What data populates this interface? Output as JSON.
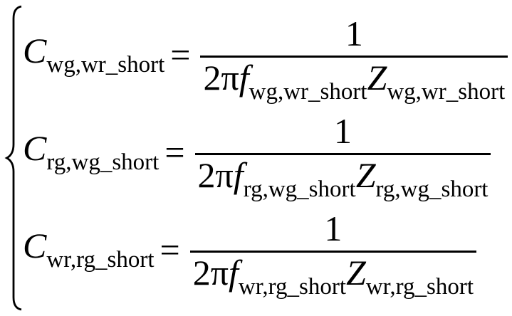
{
  "formula": {
    "description": "System of three capacitance equations grouped by a left curly brace",
    "brace": "{",
    "colors": {
      "text": "#000000",
      "background": "#ffffff",
      "fraction_bar": "#000000"
    },
    "equations": [
      {
        "lhs_symbol": "C",
        "lhs_subscript": "wg,wr_short",
        "equals": "=",
        "numerator": "1",
        "den_coefficient": "2π",
        "frequency_symbol": "f",
        "frequency_subscript": "wg,wr_short",
        "impedance_symbol": "Z",
        "impedance_subscript": "wg,wr_short"
      },
      {
        "lhs_symbol": "C",
        "lhs_subscript": "rg,wg_short",
        "equals": "=",
        "numerator": "1",
        "den_coefficient": "2π",
        "frequency_symbol": "f",
        "frequency_subscript": "rg,wg_short",
        "impedance_symbol": "Z",
        "impedance_subscript": "rg,wg_short"
      },
      {
        "lhs_symbol": "C",
        "lhs_subscript": "wr,rg_short",
        "equals": "=",
        "numerator": "1",
        "den_coefficient": "2π",
        "frequency_symbol": "f",
        "frequency_subscript": "wr,rg_short",
        "impedance_symbol": "Z",
        "impedance_subscript": "wr,rg_short"
      }
    ]
  }
}
